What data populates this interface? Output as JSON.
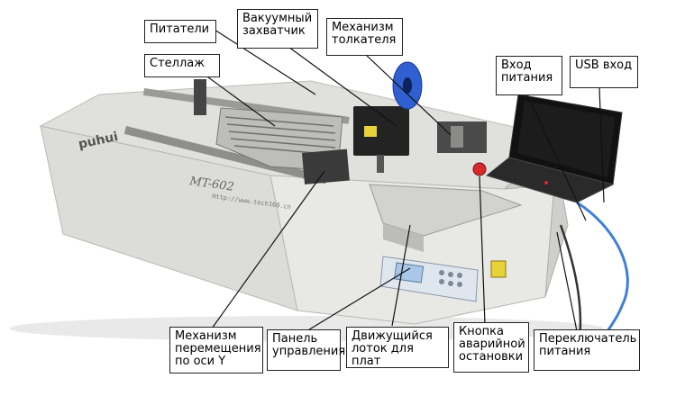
{
  "machine": {
    "brand": "puhui",
    "model": "MT-602",
    "url_text": "Http://www.tech168.cn"
  },
  "labels": {
    "feeders": "Питатели",
    "vacuum_gripper": "Вакуумный\nзахватчик",
    "pusher_mechanism": "Механизм\nтолкателя",
    "power_input": "Вход\nпитания",
    "usb_input": "USB вход",
    "rack": "Стеллаж",
    "y_axis_mechanism": "Механизм\nперемещения\nпо оси Y",
    "control_panel": "Панель\nуправления",
    "moving_tray": "Движущийся\nлоток для плат",
    "emergency_stop": "Кнопка\nаварийной\nостановки",
    "power_switch": "Переключатель\nпитания"
  },
  "colors": {
    "machine_body": "#e6e6e3",
    "machine_shadow": "#c9c9c5",
    "dark_part": "#2a2a2a",
    "blue_reel": "#2f5fd0",
    "red_button": "#d42a2a",
    "yellow_sticker": "#e8d23a",
    "lcd_blue": "#a9c7e6",
    "cable_blue": "#3f7fd8"
  }
}
